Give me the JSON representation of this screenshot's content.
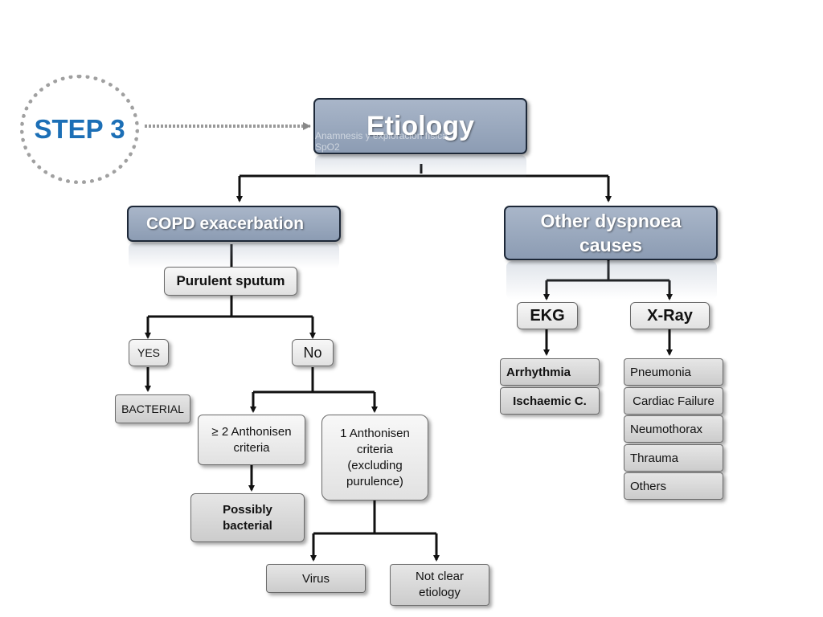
{
  "step_label": "STEP 3",
  "ghost_text": {
    "line1": "Anamnesis y exploración física",
    "line2": "SpO2"
  },
  "nodes": {
    "etiology": "Etiology",
    "copd": "COPD exacerbation",
    "other_causes": "Other dyspnoea causes",
    "purulent": "Purulent sputum",
    "yes": "YES",
    "no": "No",
    "bacterial": "BACTERIAL",
    "anthonisen_2": "≥ 2 Anthonisen criteria",
    "anthonisen_1": "1 Anthonisen criteria (excluding purulence)",
    "possibly_bacterial": "Possibly bacterial",
    "virus": "Virus",
    "not_clear": "Not clear etiology",
    "ekg": "EKG",
    "xray": "X-Ray",
    "arrhythmia": "Arrhythmia",
    "ischaemic": "Ischaemic C.",
    "pneumonia": "Pneumonia",
    "cardiac_failure": "Cardiac Failure",
    "neumothorax": "Neumothorax",
    "thrauma": "Thrauma",
    "others": "Others"
  },
  "colors": {
    "accent_blue": "#1c6fb6",
    "node_blue": "#8c9cb3",
    "connector": "#111111"
  }
}
